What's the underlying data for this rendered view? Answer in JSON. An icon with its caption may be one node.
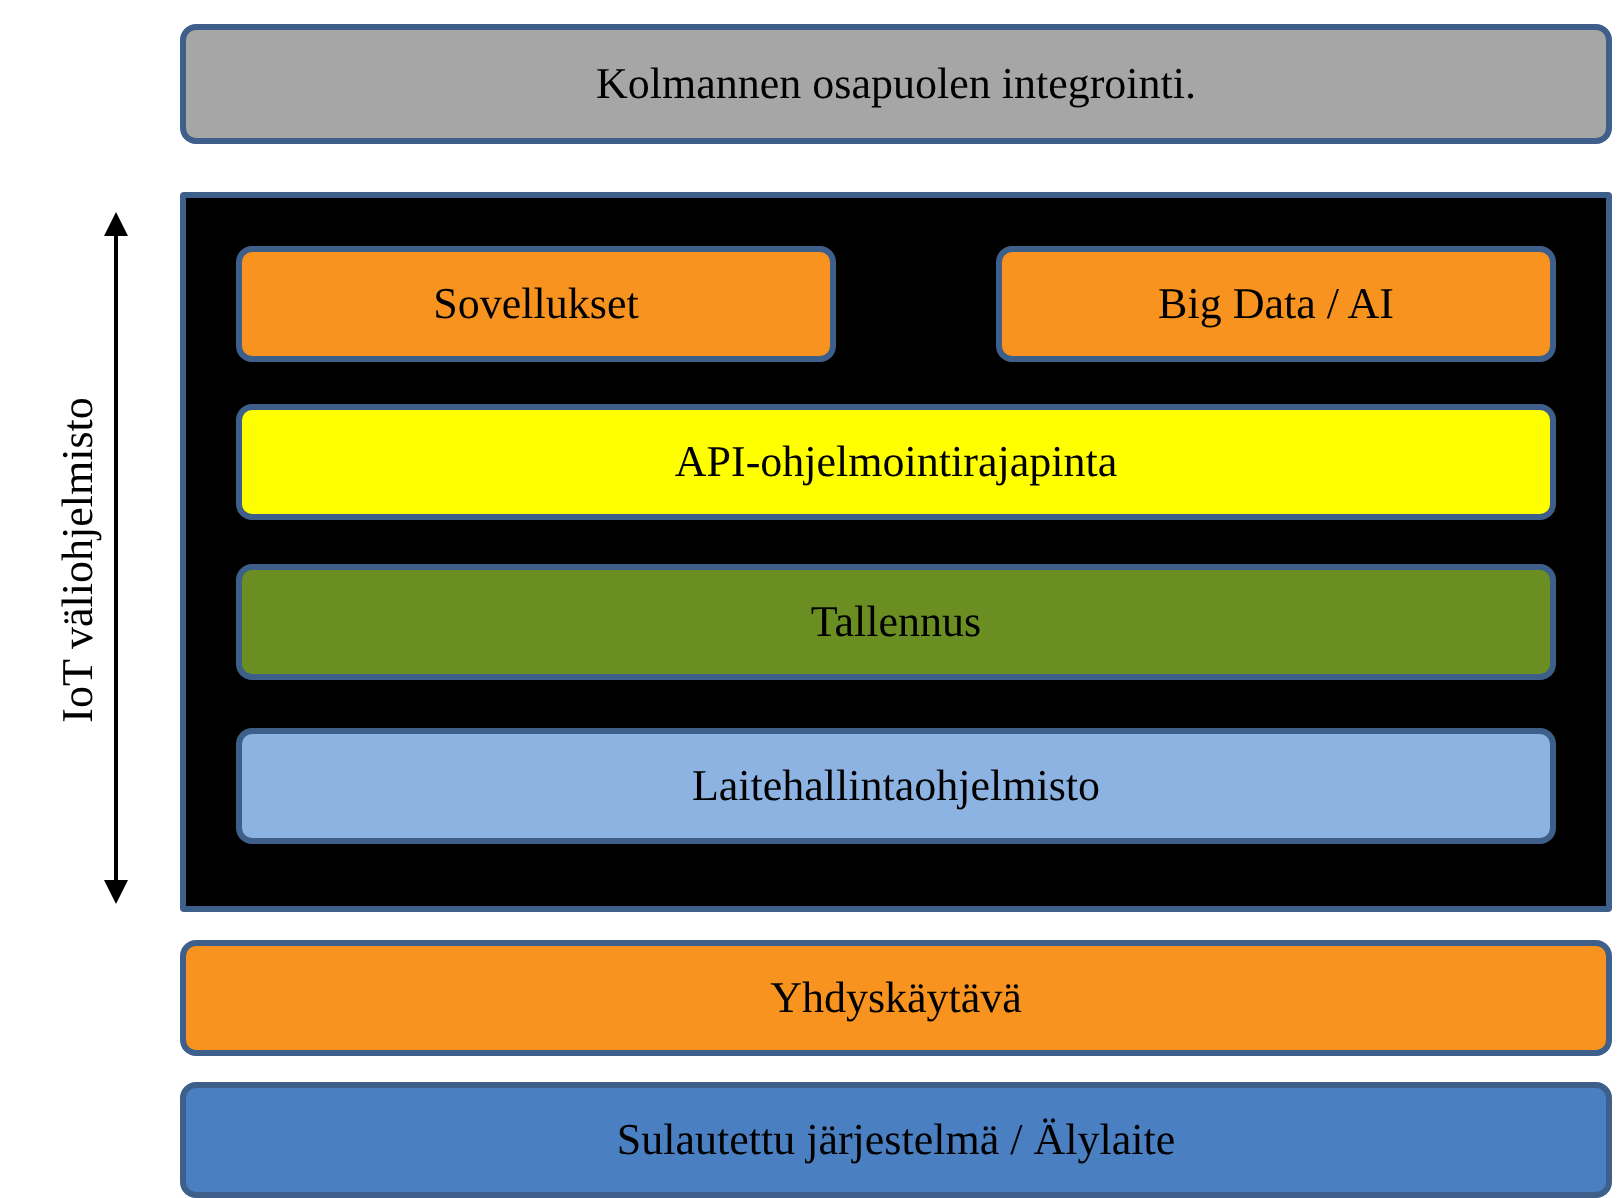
{
  "diagram": {
    "nodes": [
      {
        "text": [
          "Kolmannen osapuolen integrointi."
        ]
      },
      {
        "text": [],
        "shape": "box"
      },
      {
        "text": [
          "Sovellukset"
        ],
        "in": 1
      },
      {
        "text": [
          "Big Data / AI"
        ],
        "in": 1
      },
      {
        "text": [
          "API-ohjelmointirajapinta"
        ],
        "in": 1
      },
      {
        "text": [
          "Tallennus"
        ],
        "in": 1
      },
      {
        "text": [
          "Laitehallintaohjelmisto"
        ],
        "in": 1
      },
      {
        "text": [
          "Yhdyskäytävä"
        ]
      },
      {
        "text": [
          "Sulautettu järjestelmä / Älylaite"
        ]
      }
    ],
    "edges": [],
    "labels": [
      "IoT väliohjelmisto"
    ]
  }
}
